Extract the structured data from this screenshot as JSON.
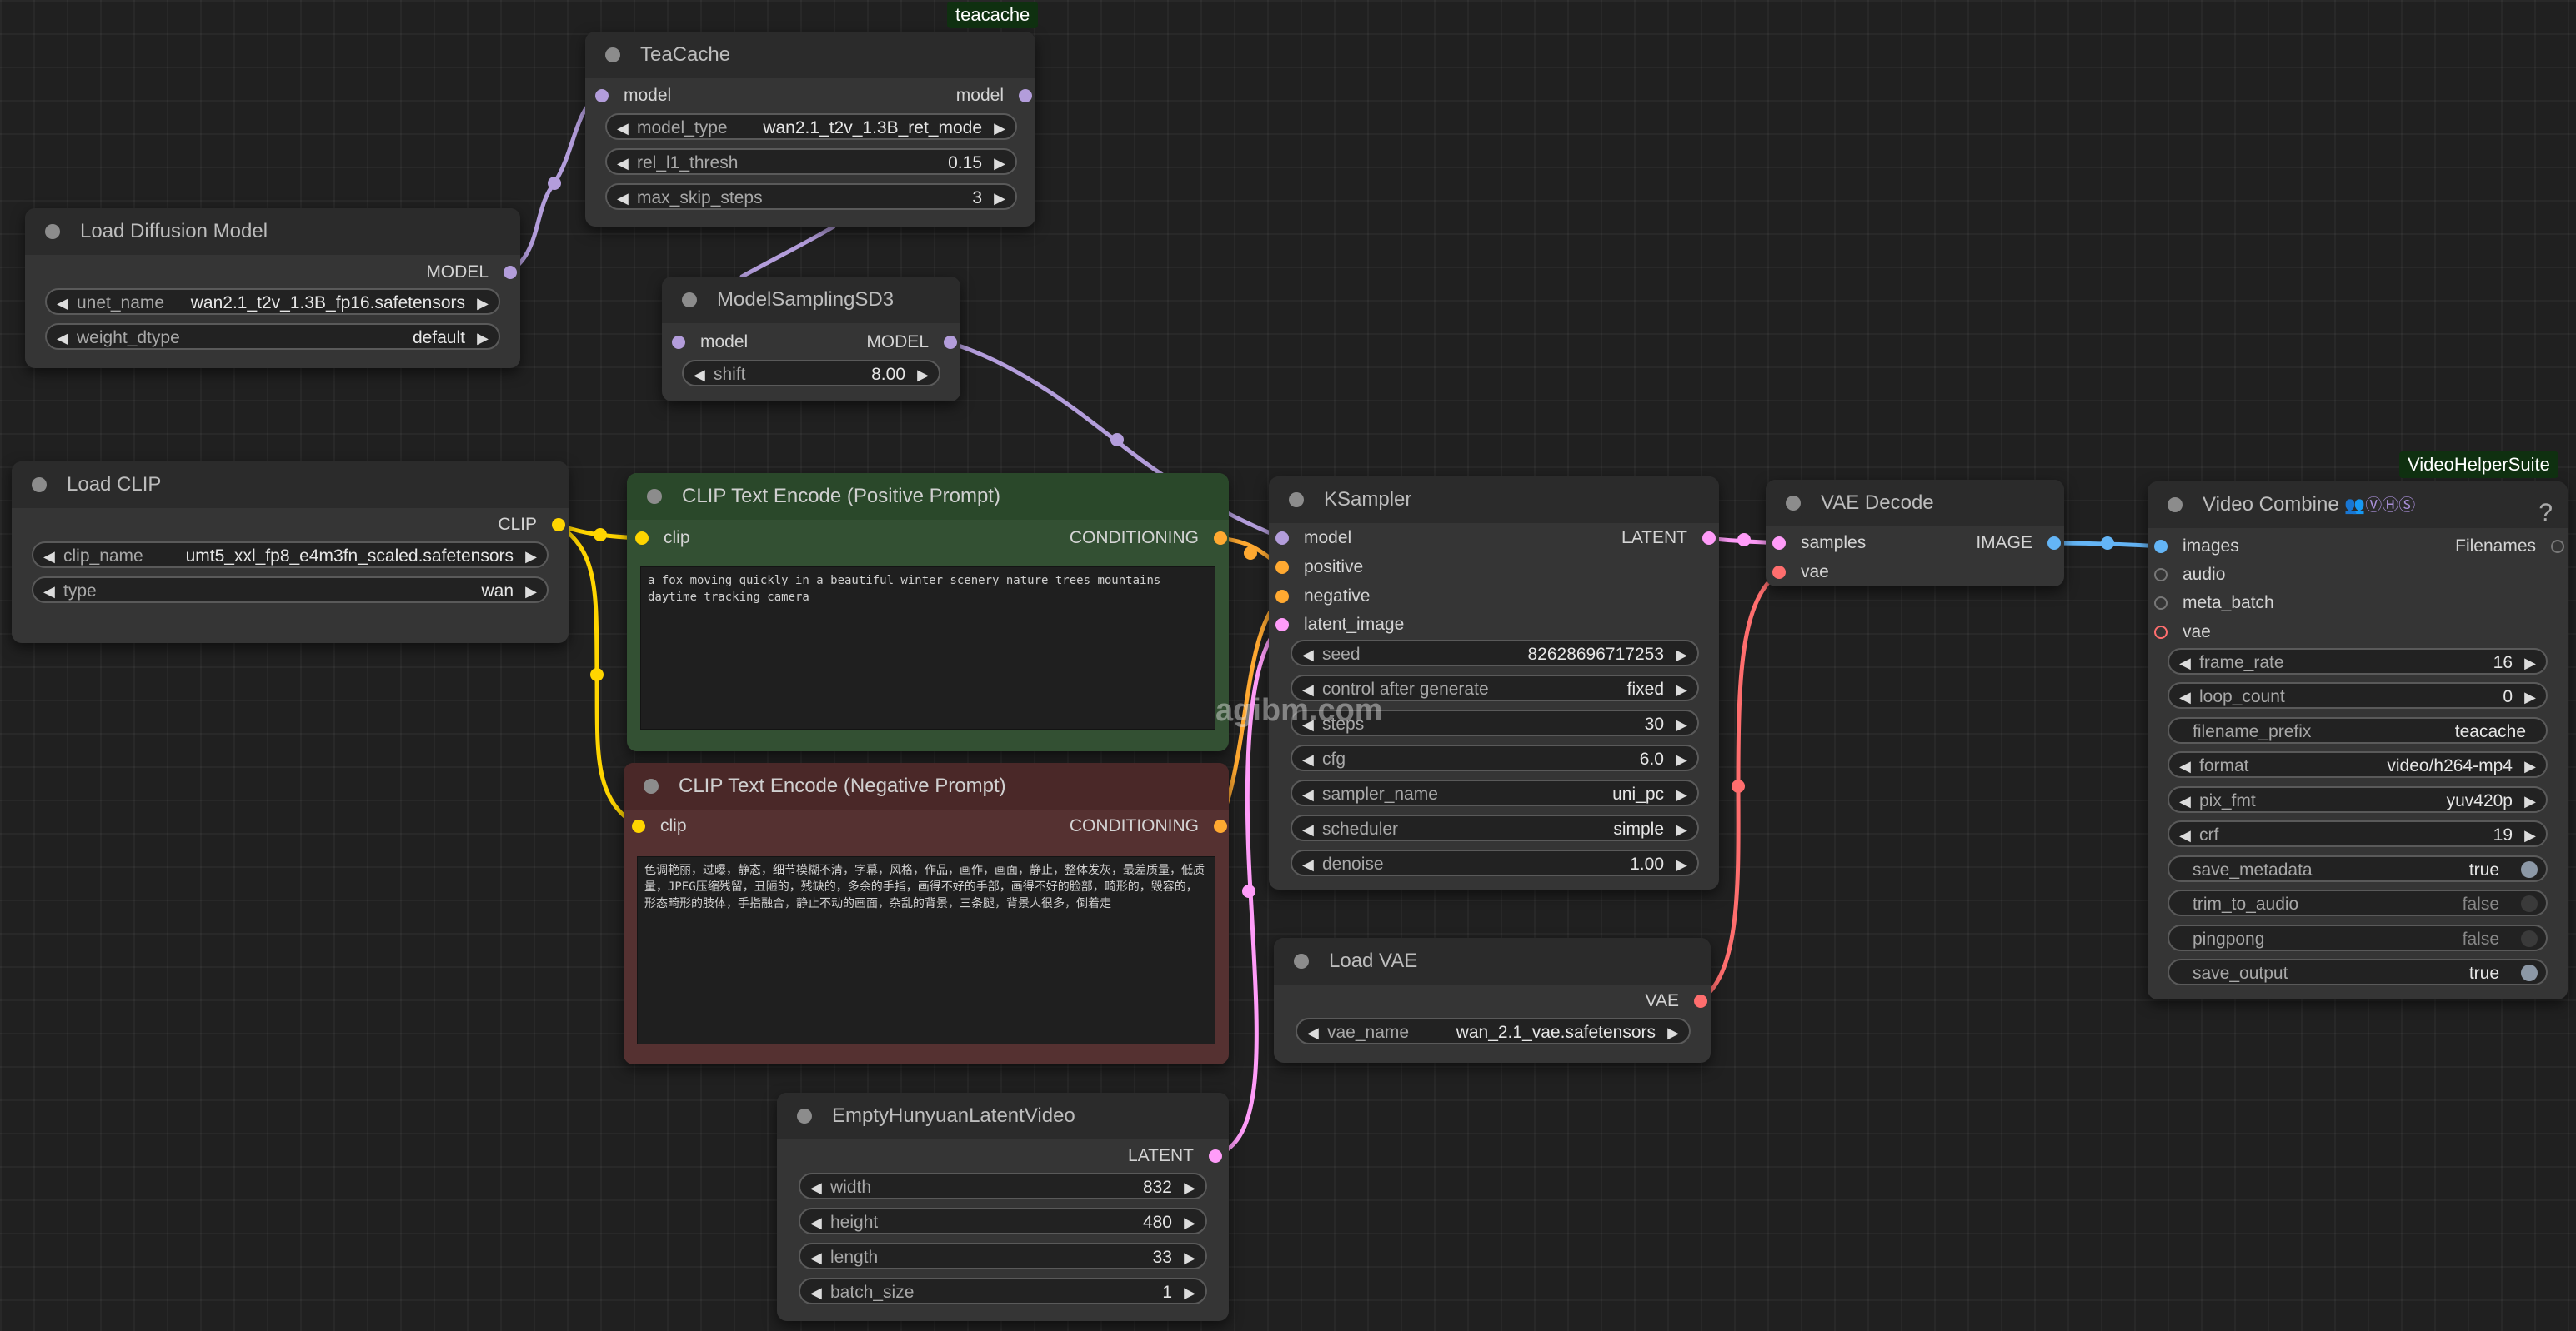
{
  "badges": {
    "teacache": "teacache",
    "video_helper": "VideoHelperSuite"
  },
  "watermark": "agibm.com",
  "nodes": {
    "teacache": {
      "title": "TeaCache",
      "input_model": "model",
      "output_model": "model",
      "widgets": [
        {
          "label": "model_type",
          "value": "wan2.1_t2v_1.3B_ret_mode"
        },
        {
          "label": "rel_l1_thresh",
          "value": "0.15"
        },
        {
          "label": "max_skip_steps",
          "value": "3"
        }
      ]
    },
    "load_diffusion": {
      "title": "Load Diffusion Model",
      "output": "MODEL",
      "widgets": [
        {
          "label": "unet_name",
          "value": "wan2.1_t2v_1.3B_fp16.safetensors"
        },
        {
          "label": "weight_dtype",
          "value": "default"
        }
      ]
    },
    "model_sampling": {
      "title": "ModelSamplingSD3",
      "input": "model",
      "output": "MODEL",
      "widgets": [
        {
          "label": "shift",
          "value": "8.00"
        }
      ]
    },
    "load_clip": {
      "title": "Load CLIP",
      "output": "CLIP",
      "widgets": [
        {
          "label": "clip_name",
          "value": "umt5_xxl_fp8_e4m3fn_scaled.safetensors"
        },
        {
          "label": "type",
          "value": "wan"
        }
      ]
    },
    "clip_pos": {
      "title": "CLIP Text Encode (Positive Prompt)",
      "input": "clip",
      "output": "CONDITIONING",
      "text": "a fox moving quickly in a beautiful winter scenery nature trees mountains daytime tracking camera"
    },
    "clip_neg": {
      "title": "CLIP Text Encode (Negative Prompt)",
      "input": "clip",
      "output": "CONDITIONING",
      "text": "色调艳丽，过曝，静态，细节模糊不清，字幕，风格，作品，画作，画面，静止，整体发灰，最差质量，低质量，JPEG压缩残留，丑陋的，残缺的，多余的手指，画得不好的手部，画得不好的脸部，畸形的，毁容的，形态畸形的肢体，手指融合，静止不动的画面，杂乱的背景，三条腿，背景人很多，倒着走"
    },
    "ksampler": {
      "title": "KSampler",
      "inputs": [
        "model",
        "positive",
        "negative",
        "latent_image"
      ],
      "output": "LATENT",
      "widgets": [
        {
          "label": "seed",
          "value": "82628696717253"
        },
        {
          "label": "control after generate",
          "value": "fixed"
        },
        {
          "label": "steps",
          "value": "30"
        },
        {
          "label": "cfg",
          "value": "6.0"
        },
        {
          "label": "sampler_name",
          "value": "uni_pc"
        },
        {
          "label": "scheduler",
          "value": "simple"
        },
        {
          "label": "denoise",
          "value": "1.00"
        }
      ]
    },
    "vae_decode": {
      "title": "VAE Decode",
      "inputs": [
        "samples",
        "vae"
      ],
      "output": "IMAGE"
    },
    "load_vae": {
      "title": "Load VAE",
      "output": "VAE",
      "widgets": [
        {
          "label": "vae_name",
          "value": "wan_2.1_vae.safetensors"
        }
      ]
    },
    "empty_latent": {
      "title": "EmptyHunyuanLatentVideo",
      "output": "LATENT",
      "widgets": [
        {
          "label": "width",
          "value": "832"
        },
        {
          "label": "height",
          "value": "480"
        },
        {
          "label": "length",
          "value": "33"
        },
        {
          "label": "batch_size",
          "value": "1"
        }
      ]
    },
    "video_combine": {
      "title": "Video Combine",
      "title_icons": "👥ⓋⒽⓈ",
      "help": "?",
      "inputs": [
        "images",
        "audio",
        "meta_batch",
        "vae"
      ],
      "output": "Filenames",
      "widgets": [
        {
          "label": "frame_rate",
          "value": "16"
        },
        {
          "label": "loop_count",
          "value": "0"
        },
        {
          "label": "filename_prefix",
          "value": "teacache"
        },
        {
          "label": "format",
          "value": "video/h264-mp4"
        },
        {
          "label": "pix_fmt",
          "value": "yuv420p"
        },
        {
          "label": "crf",
          "value": "19"
        },
        {
          "label": "save_metadata",
          "value": "true"
        },
        {
          "label": "trim_to_audio",
          "value": "false"
        },
        {
          "label": "pingpong",
          "value": "false"
        },
        {
          "label": "save_output",
          "value": "true"
        }
      ]
    }
  },
  "colors": {
    "model": "#b39ddb",
    "clip": "#ffd500",
    "conditioning": "#ffa931",
    "latent": "#ff9cf9",
    "vae": "#ff6e6e",
    "image": "#64b5f6"
  }
}
